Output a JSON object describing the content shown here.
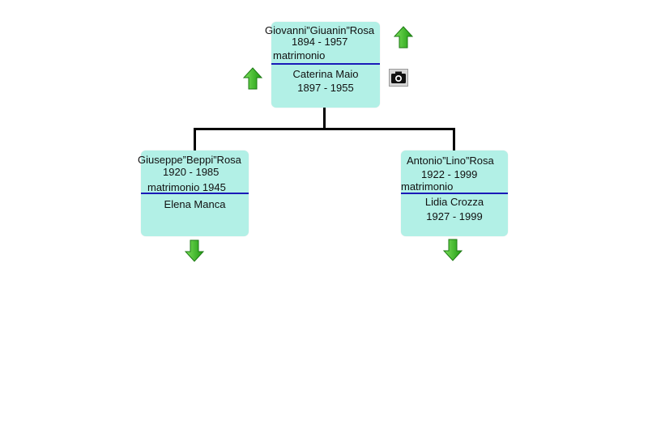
{
  "root": {
    "person_name": "Giovanni”Giuanin”Rosa",
    "person_years": "1894 - 1957",
    "marriage_label": "matrimonio",
    "spouse_name": "Caterina Maio",
    "spouse_years": "1897 - 1955"
  },
  "children": [
    {
      "person_name": "Giuseppe”Beppi”Rosa",
      "person_years": "1920 - 1985",
      "marriage_label": "matrimonio 1945",
      "spouse_name": "Elena Manca"
    },
    {
      "person_name": "Antonio”Lino”Rosa",
      "person_years": "1922 - 1999",
      "marriage_label": "matrimonio",
      "spouse_name": "Lidia Crozza",
      "spouse_years": "1927 - 1999"
    }
  ],
  "colors": {
    "card_fill": "#b2f0e6",
    "divider": "#1a1ab8",
    "arrow_green": "#2fb81f",
    "connector": "#000000"
  },
  "icons": {
    "up_arrow": "up-arrow-icon",
    "down_arrow": "down-arrow-icon",
    "camera": "camera-icon"
  }
}
